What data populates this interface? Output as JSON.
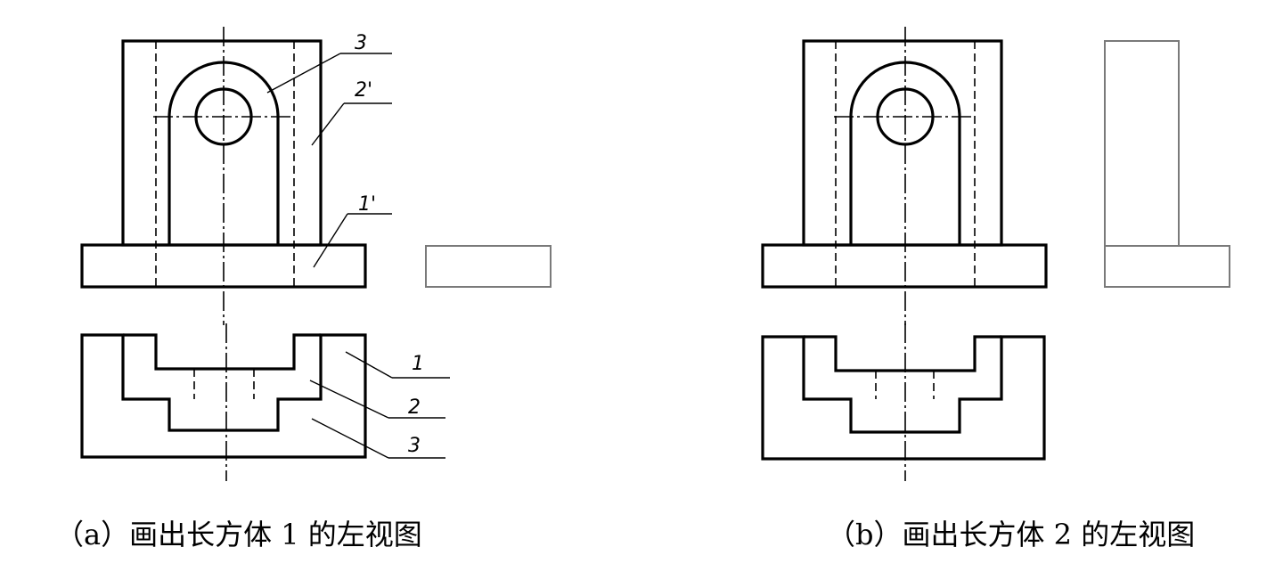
{
  "labels": {
    "part_1": "1",
    "part_2": "2",
    "part_3": "3",
    "part_1_prime": "1'",
    "part_2_prime": "2'",
    "part_3_prime": "3"
  },
  "captions": {
    "a": "（a）画出长方体 1 的左视图",
    "b": "（b）画出长方体 2 的左视图"
  },
  "colors": {
    "line": "#000000",
    "faint_line": "#7a7a7a",
    "background": "#ffffff"
  }
}
